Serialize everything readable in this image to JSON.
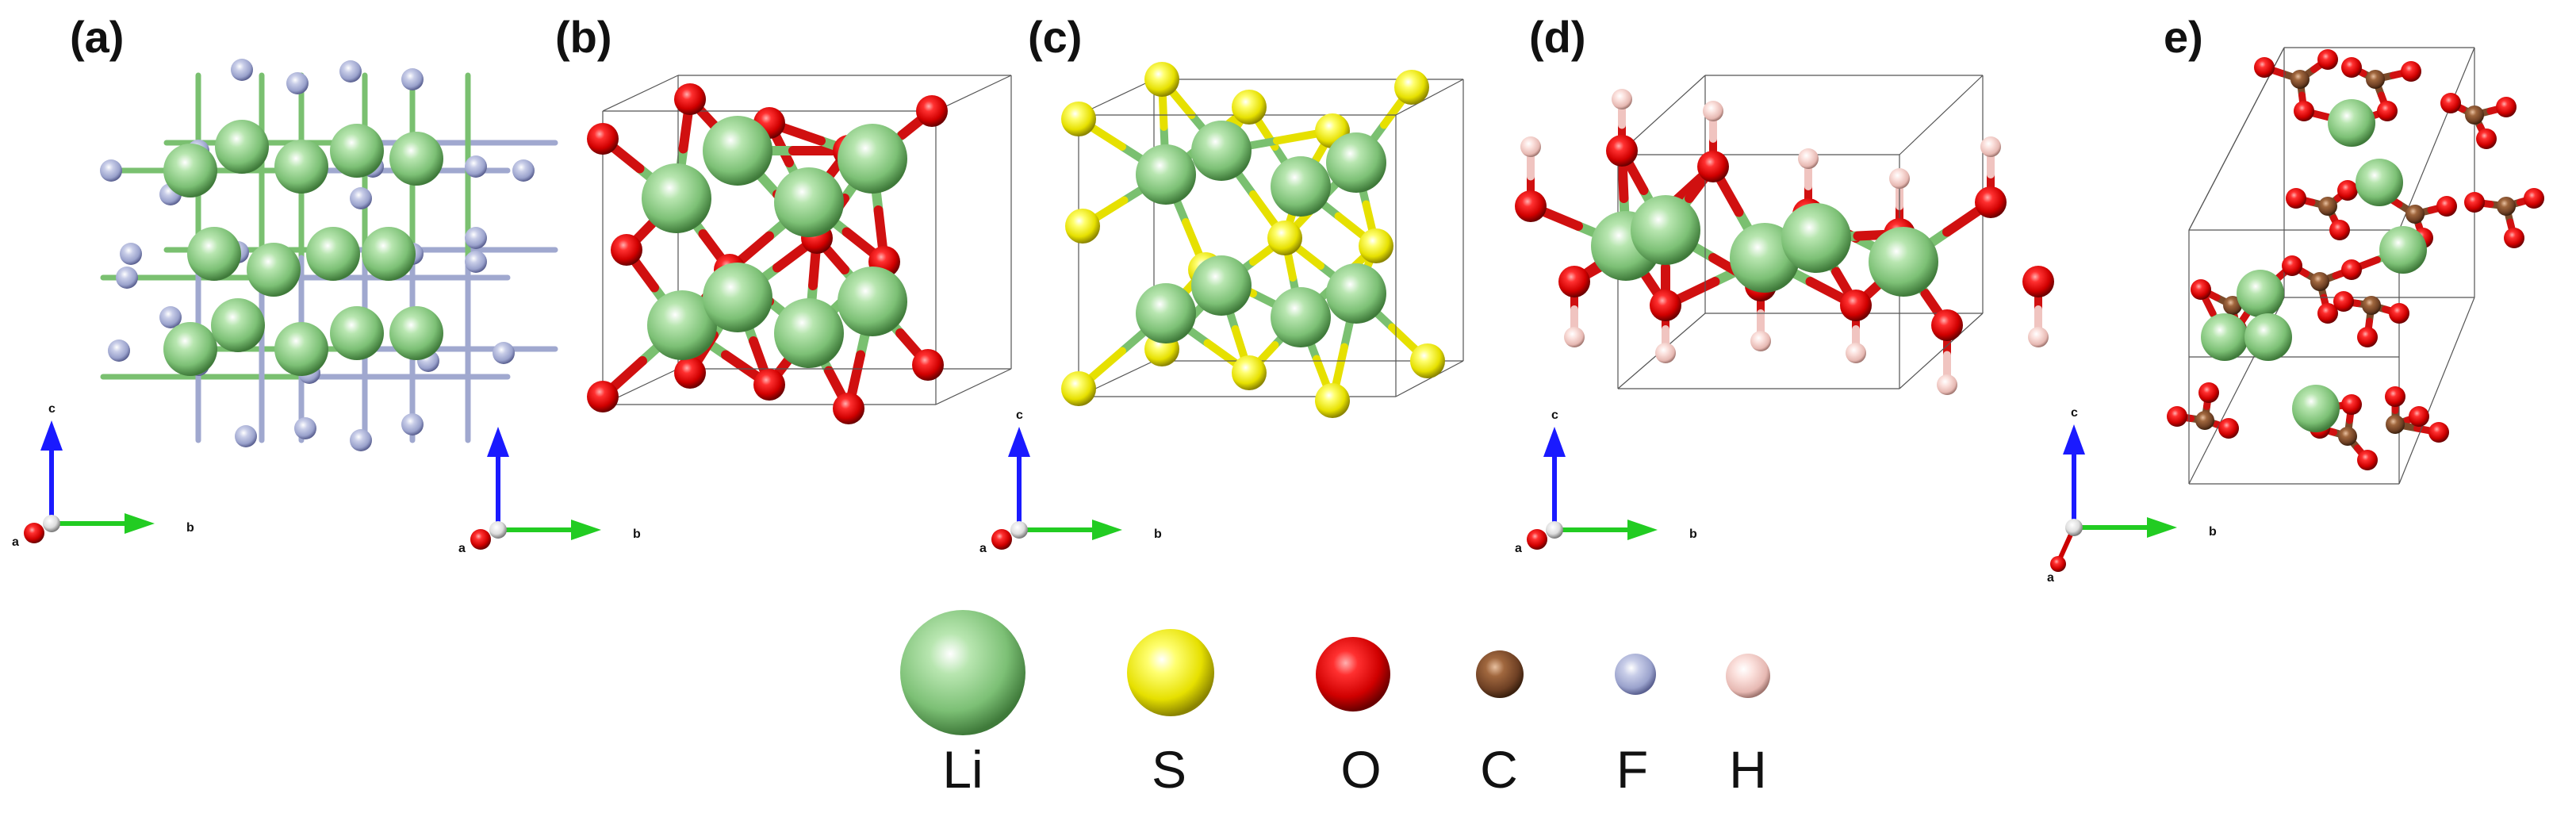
{
  "panels": [
    {
      "label": "(a)",
      "axes": {
        "a": "a",
        "b": "b",
        "c": "c"
      }
    },
    {
      "label": "(b)",
      "axes": {
        "a": "a",
        "b": "b",
        "c": ""
      }
    },
    {
      "label": "(c)",
      "axes": {
        "a": "a",
        "b": "b",
        "c": "c"
      }
    },
    {
      "label": "(d)",
      "axes": {
        "a": "a",
        "b": "b",
        "c": "c"
      }
    },
    {
      "label": "e)",
      "axes": {
        "a": "a",
        "b": "b",
        "c": "c"
      }
    }
  ],
  "legend": [
    {
      "symbol": "Li",
      "color": "#86c97f"
    },
    {
      "symbol": "S",
      "color": "#e6e000"
    },
    {
      "symbol": "O",
      "color": "#e00000"
    },
    {
      "symbol": "C",
      "color": "#7a4a2a"
    },
    {
      "symbol": "F",
      "color": "#a0a8cf"
    },
    {
      "symbol": "H",
      "color": "#f0c4c0"
    }
  ],
  "colors": {
    "Li": "#86c97f",
    "S": "#e6e000",
    "O": "#e00000",
    "C": "#7a4a2a",
    "F": "#a0a8cf",
    "H": "#f0c4c0",
    "axis_a": "#cc0000",
    "axis_b": "#22cc22",
    "axis_c": "#1a1aff"
  }
}
